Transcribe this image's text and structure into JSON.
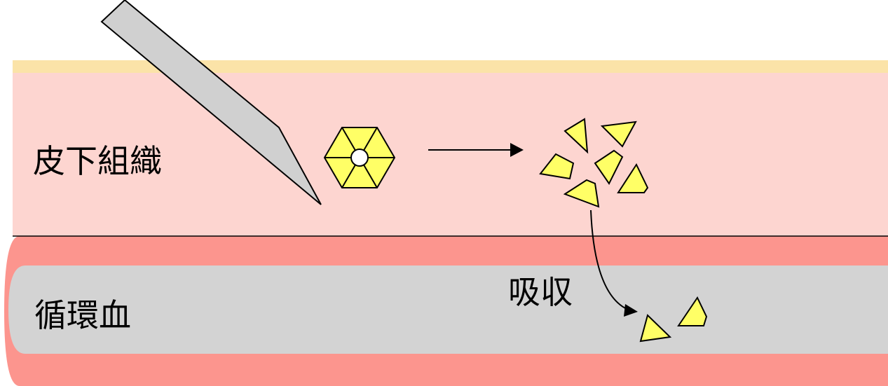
{
  "labels": {
    "tissue": "皮下組織",
    "blood": "循環血",
    "absorption": "吸収"
  },
  "colors": {
    "skin_surface": "#fbe3a8",
    "subcutaneous_tissue": "#fdd5d0",
    "vessel_wall": "#fc958e",
    "blood_lumen": "#d3d3d3",
    "needle": "#d0d0d0",
    "particle": "#ffff66"
  },
  "icons": [
    "needle",
    "hexagonal-depot",
    "arrow",
    "dissolved-fragment"
  ]
}
